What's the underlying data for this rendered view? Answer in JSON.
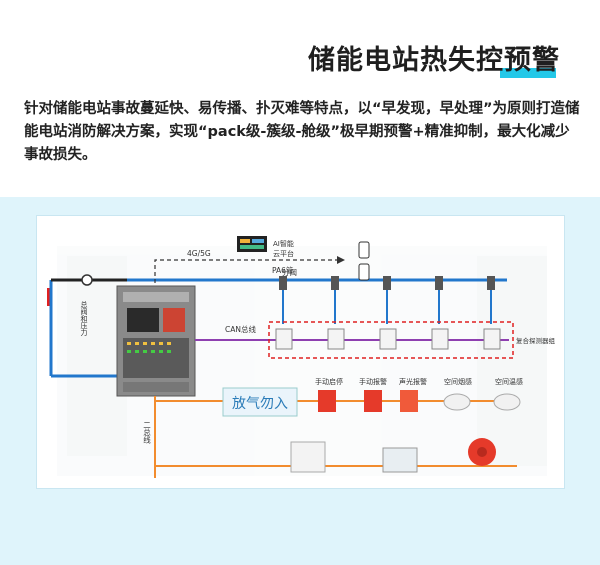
{
  "title": "储能电站热失控预警",
  "description": "针对储能电站事故蔓延快、易传播、扑灭难等特点，以“早发现，早处理”为原则打造储能电站消防解决方案，实现“pack级-簇级-舱级”极早期预警+精准抑制，最大化减少事故损失。",
  "diagram": {
    "network_label": "4G/5G",
    "cloud_label_1": "AI智能",
    "cloud_label_2": "云平台",
    "pipe_label": "PA6管",
    "branch_label": "分阀",
    "pressure_label": "总阀和压力",
    "can_label": "CAN总线",
    "detector_group_label": "复合探测器组",
    "bus2_label": "二总线",
    "sign_text": "放气勿入",
    "devices": [
      {
        "label": "手动启停"
      },
      {
        "label": "手动报警"
      },
      {
        "label": "声光报警"
      },
      {
        "label": "空间烟感"
      },
      {
        "label": "空间温感"
      }
    ]
  },
  "colors": {
    "accent": "#23c8e8",
    "pipe": "#2277cc",
    "can": "#8e3fb0",
    "bus": "#f28c2e",
    "group": "#e02020"
  }
}
